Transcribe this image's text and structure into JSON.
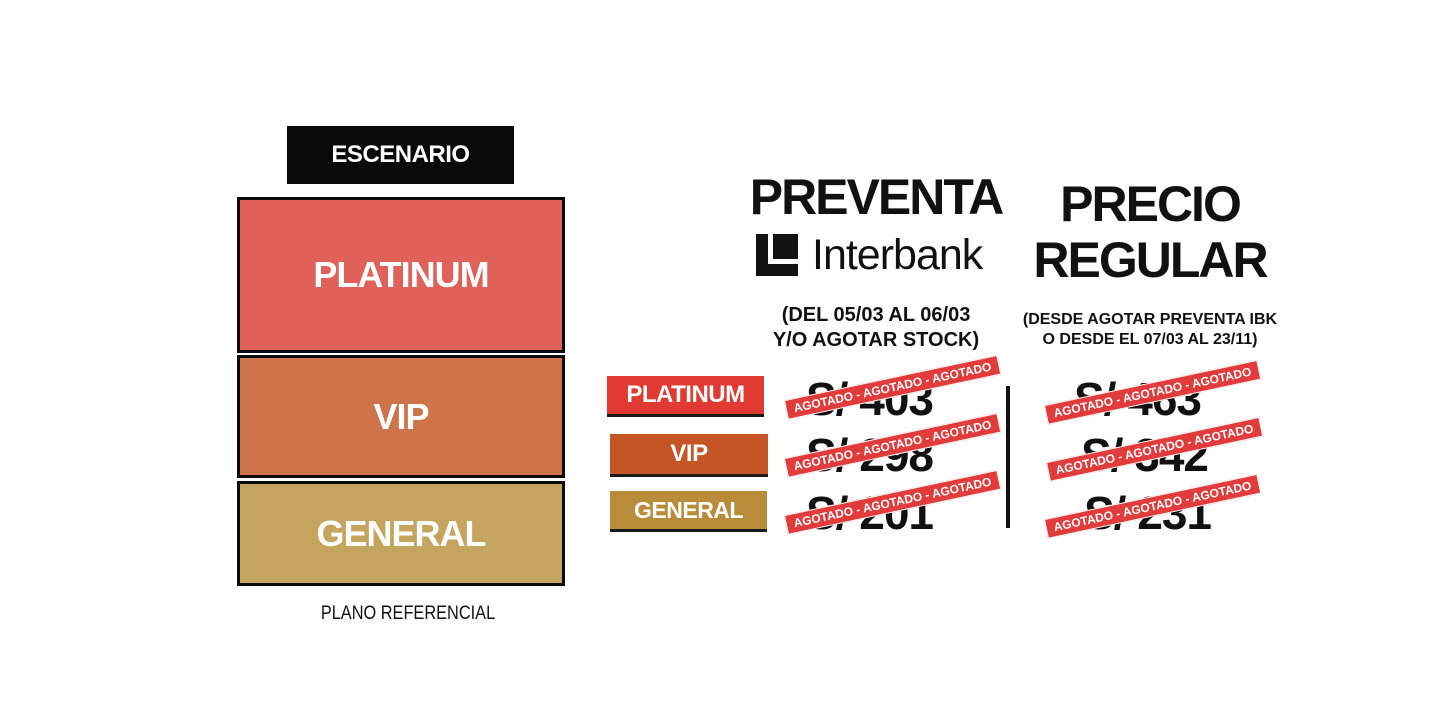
{
  "plan": {
    "stage": "ESCENARIO",
    "zones": {
      "platinum": "PLATINUM",
      "vip": "VIP",
      "general": "GENERAL"
    },
    "note": "PLANO REFERENCIAL"
  },
  "preventa": {
    "title": "PREVENTA",
    "brand": "Interbank",
    "dates_line1": "(DEL 05/03 AL 06/03",
    "dates_line2": "Y/O AGOTAR STOCK)",
    "prices": {
      "platinum": "S/ 403",
      "vip": "S/ 298",
      "general": "S/ 201"
    }
  },
  "regular": {
    "title_line1": "PRECIO",
    "title_line2": "REGULAR",
    "dates_line1": "(DESDE AGOTAR PREVENTA IBK",
    "dates_line2": "O DESDE EL 07/03 AL 23/11)",
    "prices": {
      "platinum": "S/ 463",
      "vip": "S/ 342",
      "general": "S/ 231"
    }
  },
  "tags": {
    "platinum": "PLATINUM",
    "vip": "VIP",
    "general": "GENERAL"
  },
  "sold_out_label": "AGOTADO - AGOTADO - AGOTADO",
  "colors": {
    "platinum_zone": "#e0605a",
    "vip_zone": "#cf734b",
    "general_zone": "#c5a45e",
    "platinum_tag": "#e13a32",
    "vip_tag": "#c65525",
    "general_tag": "#b88c39",
    "sold_out": "#e23b3b"
  }
}
